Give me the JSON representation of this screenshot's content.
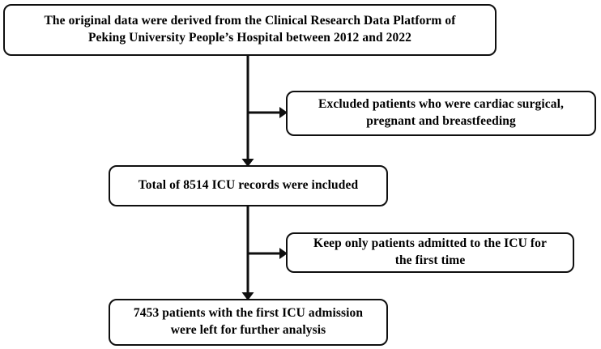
{
  "figure": {
    "type": "flowchart",
    "orientation": "top-to-bottom",
    "background_color": "#ffffff",
    "line_color": "#0f0f0f",
    "text_color": "#000000"
  },
  "nodes": [
    {
      "id": "source",
      "text": "The original data were derived from the Clinical Research Data Platform of\nPeking University People’s Hospital between 2012 and 2022",
      "line1": "The original data were derived from the Clinical Research Data Platform of",
      "line2": "Peking University People’s Hospital between 2012 and 2022",
      "role": "data-source"
    },
    {
      "id": "excluded",
      "text": "Excluded patients who were cardiac surgical,\npregnant and breastfeeding",
      "line1": "Excluded patients who were cardiac surgical,",
      "line2": "pregnant and breastfeeding",
      "role": "exclusion-criteria"
    },
    {
      "id": "total-icu",
      "text": "Total of 8514 ICU records were included",
      "count": 8514,
      "count_unit": "ICU records",
      "role": "included-records"
    },
    {
      "id": "first-time",
      "text": "Keep only patients admitted to the ICU for\nthe first time",
      "line1": "Keep only patients admitted to the ICU for",
      "line2": "the first time",
      "role": "inclusion-criteria"
    },
    {
      "id": "final",
      "text": "7453 patients with the first ICU admission\nwere left for further analysis",
      "line1": "7453 patients with the first ICU admission",
      "line2": "were left for further analysis",
      "count": 7453,
      "count_unit": "patients",
      "role": "final-cohort"
    }
  ],
  "edges": [
    {
      "id": "edge-source-to-total",
      "from": "source",
      "to": "total-icu",
      "direction": "down",
      "arrowhead": true
    },
    {
      "id": "edge-branch-excluded",
      "from": "source-stem",
      "to": "excluded",
      "direction": "right",
      "arrowhead": true
    },
    {
      "id": "edge-total-to-final",
      "from": "total-icu",
      "to": "final",
      "direction": "down",
      "arrowhead": true
    },
    {
      "id": "edge-branch-first-time",
      "from": "total-stem",
      "to": "first-time",
      "direction": "right",
      "arrowhead": true
    }
  ]
}
